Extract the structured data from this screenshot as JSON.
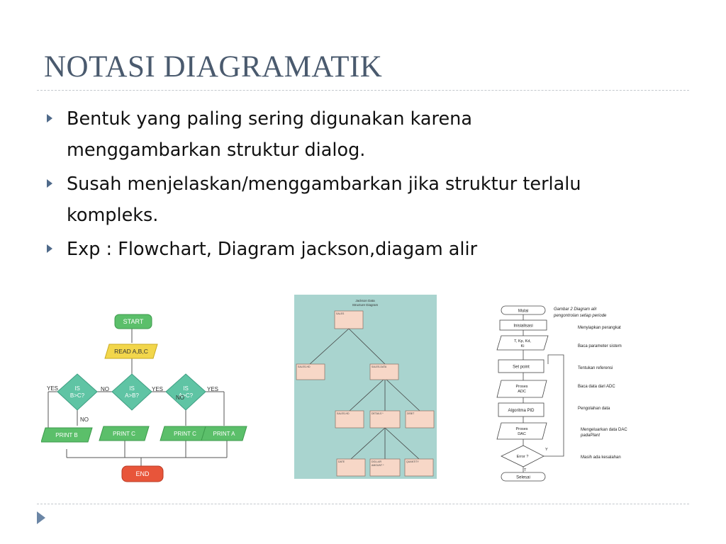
{
  "slide": {
    "title": "NOTASI DIAGRAMATIK",
    "bullets": [
      {
        "line1": "Bentuk yang paling sering digunakan karena",
        "line2": "menggambarkan struktur dialog."
      },
      {
        "line1": "Susah menjelaskan/menggambarkan jika struktur terlalu",
        "line2": "kompleks."
      },
      {
        "line1": "Exp : Flowchart, Diagram jackson,diagam alir",
        "line2": ""
      }
    ]
  },
  "flowchart": {
    "start": "START",
    "read": "READ A,B,C",
    "d_left_1": "IS",
    "d_left_2": "B>C?",
    "d_mid_1": "IS",
    "d_mid_2": "A>B?",
    "d_right_1": "IS",
    "d_right_2": "A>C?",
    "yes_left": "YES",
    "no_mid": "NO",
    "yes_mid": "YES",
    "yes_right": "YES",
    "no_left": "NO",
    "no_right": "NO",
    "print_b": "PRINT B",
    "print_c1": "PRINT C",
    "print_c2": "PRINT C",
    "print_a": "PRINT A",
    "end": "END",
    "colors": {
      "green": "#5bbf6a",
      "yellow": "#f2d64b",
      "teal": "#5fc4a4",
      "red": "#e8553a"
    }
  },
  "jackson": {
    "title_line1": "Jackson Data",
    "title_line2": "Structure Diagram",
    "root": "SALES",
    "l1_left": "SALES-HD",
    "l1_right": "SALES-DATA",
    "l2_1": "SALES-HD",
    "l2_2": "DETAILS *",
    "l2_3": "DEBIT",
    "l3_1": "DATE",
    "l3_2_a": "DOLLAR",
    "l3_2_b": "AMOUNT *",
    "l3_3": "QUANTITY",
    "colors": {
      "bg": "#a9d4cf",
      "box": "#f7d7c7"
    }
  },
  "alir": {
    "caption_line1": "Gambar 2  Diagram alir",
    "caption_line2": "pengontrolan setiap periode",
    "mulai": "Mulai",
    "inisialisasi": "Inisialisasi",
    "param_a": "T, Kp, Kd,",
    "param_b": "Ki",
    "setpoint": "Set point",
    "proses_adc_a": "Proses",
    "proses_adc_b": "ADC",
    "algoritma": "Algoritma PID",
    "proses_dac_a": "Proses",
    "proses_dac_b": "DAC",
    "error": "Error ?",
    "label_y": "Y",
    "label_t": "T",
    "selesai": "Selesai",
    "notes": [
      "Menyiapkan perangkat",
      "Baca parameter sistem",
      "Tentukan referensi",
      "Baca data dari ADC",
      "Pengolahan data",
      "Mengeluarkan data DAC",
      "padaPlant",
      "Masih ada kesalahan"
    ]
  }
}
